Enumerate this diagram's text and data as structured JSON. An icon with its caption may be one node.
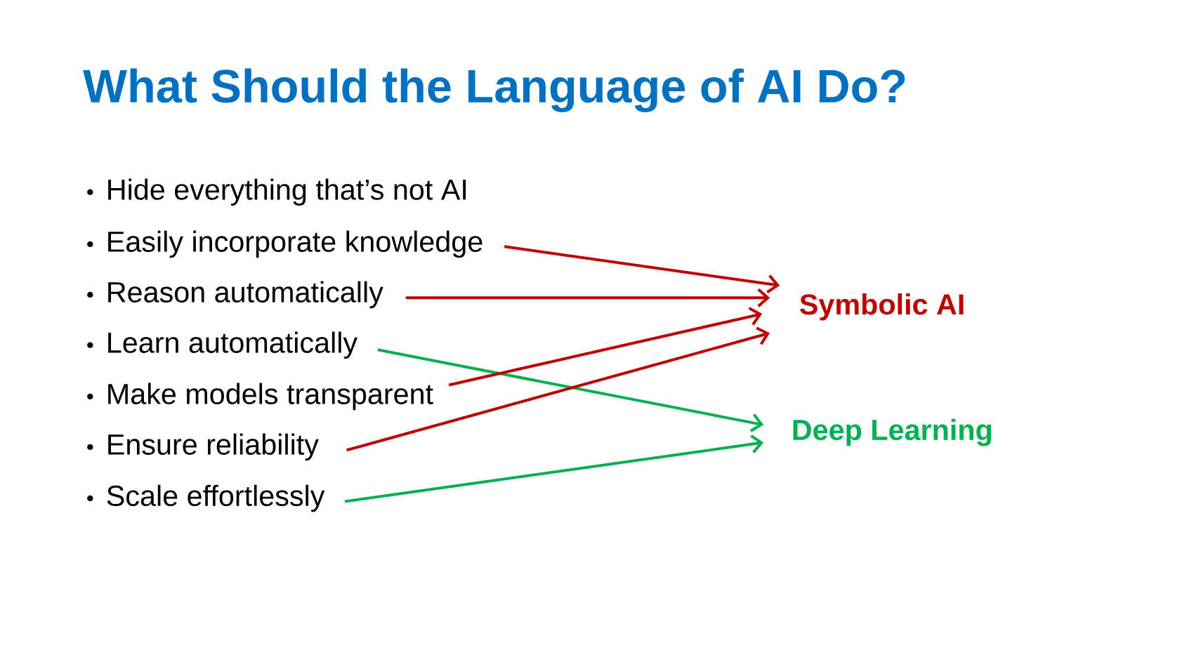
{
  "diagram": {
    "title": "What Should the Language of AI Do?",
    "nodes": [
      {
        "text": [
          "Hide everything that’s not AI"
        ]
      },
      {
        "text": [
          "Easily incorporate knowledge"
        ]
      },
      {
        "text": [
          "Reason automatically"
        ]
      },
      {
        "text": [
          "Learn automatically"
        ]
      },
      {
        "text": [
          "Make models transparent"
        ]
      },
      {
        "text": [
          "Ensure reliability"
        ]
      },
      {
        "text": [
          "Scale effortlessly"
        ]
      },
      {
        "text": [
          "Symbolic AI"
        ]
      },
      {
        "text": [
          "Deep Learning"
        ]
      }
    ],
    "edges": [
      {
        "from": 1,
        "to": 7,
        "arrow": "to"
      },
      {
        "from": 2,
        "to": 7,
        "arrow": "to"
      },
      {
        "from": 3,
        "to": 8,
        "arrow": "to",
        "color": "#00b050"
      },
      {
        "from": 4,
        "to": 7,
        "arrow": "to"
      },
      {
        "from": 5,
        "to": 7,
        "arrow": "to"
      },
      {
        "from": 6,
        "to": 8,
        "arrow": "to",
        "color": "#00b050"
      }
    ]
  }
}
